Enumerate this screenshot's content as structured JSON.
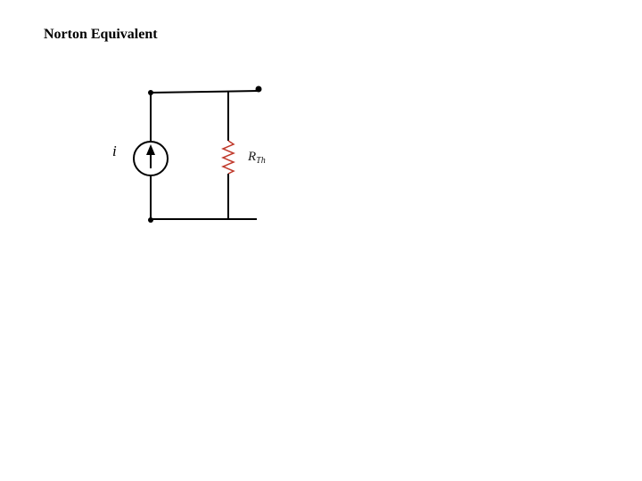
{
  "slide": {
    "title": "Norton Equivalent"
  },
  "circuit": {
    "source_label": "i",
    "resistor_label": "R",
    "resistor_subscript": "Th",
    "colors": {
      "wire": "#000000",
      "resistor": "#c0392b"
    },
    "icons": {
      "source": "current-source-arrow-up",
      "resistor": "zigzag-resistor",
      "terminals": "dot-node"
    }
  }
}
